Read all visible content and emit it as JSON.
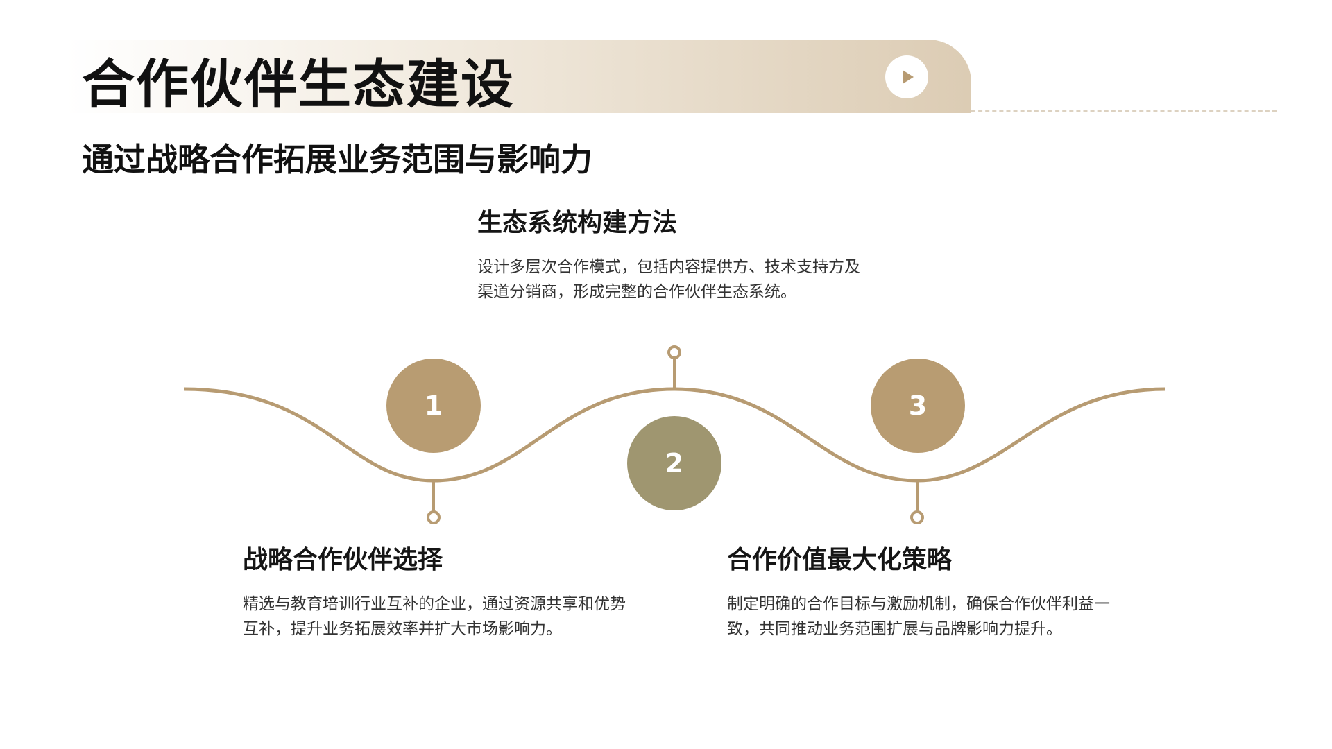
{
  "header": {
    "title": "合作伙伴生态建设",
    "subtitle": "通过战略合作拓展业务范围与影响力"
  },
  "colors": {
    "accent": "#b79b72",
    "circle_1": "#b89c72",
    "circle_2": "#9f9670",
    "circle_3": "#b89c72",
    "header_gradient_end": "#dccbb3"
  },
  "icons": {
    "play": "play-icon"
  },
  "steps": [
    {
      "number": "1",
      "heading": "战略合作伙伴选择",
      "text": "精选与教育培训行业互补的企业，通过资源共享和优势互补，提升业务拓展效率并扩大市场影响力。"
    },
    {
      "number": "2",
      "heading": "生态系统构建方法",
      "text": "设计多层次合作模式，包括内容提供方、技术支持方及渠道分销商，形成完整的合作伙伴生态系统。"
    },
    {
      "number": "3",
      "heading": "合作价值最大化策略",
      "text": "制定明确的合作目标与激励机制，确保合作伙伴利益一致，共同推动业务范围扩展与品牌影响力提升。"
    }
  ]
}
